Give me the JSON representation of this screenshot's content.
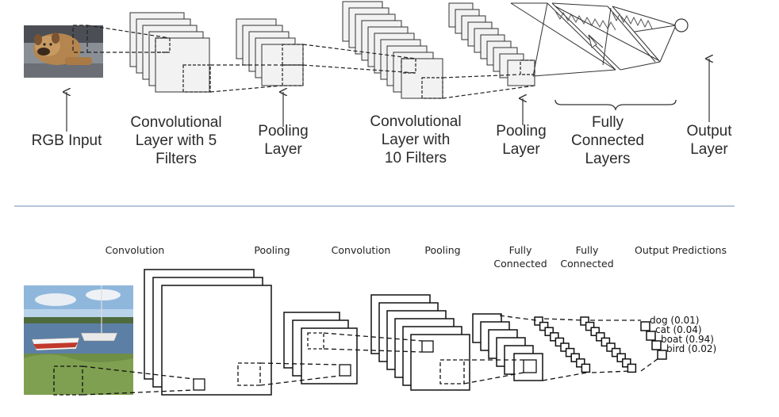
{
  "top_diagram": {
    "labels": {
      "rgb_input": [
        "RGB Input"
      ],
      "conv1": [
        "Convolutional",
        "Layer with 5",
        "Filters"
      ],
      "pool1": [
        "Pooling",
        "Layer"
      ],
      "conv2": [
        "Convolutional",
        "Layer with",
        "10 Filters"
      ],
      "pool2": [
        "Pooling",
        "Layer"
      ],
      "fc": [
        "Fully",
        "Connected",
        "Layers"
      ],
      "output": [
        "Output",
        "Layer"
      ]
    },
    "colors": {
      "text": "#2b2b2b",
      "stroke": "#333333",
      "fill": "#f2f2f2"
    }
  },
  "divider": {
    "color": "#8aa4c0"
  },
  "bottom_diagram": {
    "labels": {
      "conv1": [
        "Convolution"
      ],
      "pool1": [
        "Pooling"
      ],
      "conv2": [
        "Convolution"
      ],
      "pool2": [
        "Pooling"
      ],
      "fc1": [
        "Fully",
        "Connected"
      ],
      "fc2": [
        "Fully",
        "Connected"
      ],
      "output": [
        "Output Predictions"
      ]
    },
    "predictions": [
      {
        "label": "dog (0.01)"
      },
      {
        "label": "cat (0.04)"
      },
      {
        "label": "boat (0.94)"
      },
      {
        "label": "bird (0.02)"
      }
    ]
  }
}
